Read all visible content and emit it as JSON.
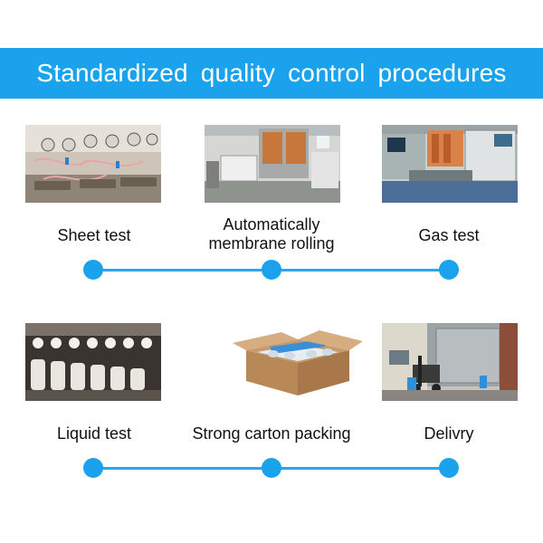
{
  "banner": {
    "title": "Standardized  quality  control  procedures"
  },
  "rows": [
    {
      "steps": [
        {
          "label": "Sheet test",
          "image": "sheet-test-photo"
        },
        {
          "label_line1": "Automatically",
          "label_line2": "membrane rolling",
          "image": "membrane-rolling-photo"
        },
        {
          "label": "Gas test",
          "image": "gas-test-photo"
        }
      ]
    },
    {
      "steps": [
        {
          "label": "Liquid test",
          "image": "liquid-test-photo"
        },
        {
          "label": "Strong carton packing",
          "image": "carton-packing-photo"
        },
        {
          "label": "Delivry",
          "image": "delivery-photo"
        }
      ]
    }
  ],
  "colors": {
    "accent": "#1aa3ec",
    "line": "#2aa7ec",
    "text": "#111111",
    "banner_text": "#ffffff"
  }
}
